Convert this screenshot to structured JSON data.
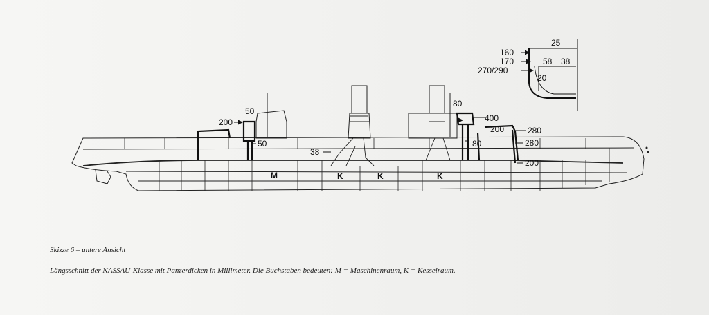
{
  "diagram": {
    "rooms": [
      {
        "key": "machine",
        "label": "M"
      },
      {
        "key": "boiler1",
        "label": "K"
      },
      {
        "key": "boiler2",
        "label": "K"
      },
      {
        "key": "boiler3",
        "label": "K"
      }
    ],
    "armor_labels": {
      "a200": "200",
      "a50top": "50",
      "a50side": "50",
      "a38": "38",
      "a80top": "80",
      "a400": "400",
      "a200b": "200",
      "a80mid": "80",
      "a280a": "280",
      "a280b": "280",
      "a200c": "200"
    },
    "inset": {
      "top": "25",
      "l160": "160",
      "l170": "170",
      "l270": "270/290",
      "l58": "58",
      "l38": "38",
      "l20": "20"
    }
  },
  "caption": {
    "title": "Skizze 6 – untere Ansicht",
    "text": "Längsschnitt der NASSAU-Klasse mit Panzerdicken in Millimeter. Die Buchstaben bedeuten: M = Maschinenraum, K = Kesselraum."
  }
}
